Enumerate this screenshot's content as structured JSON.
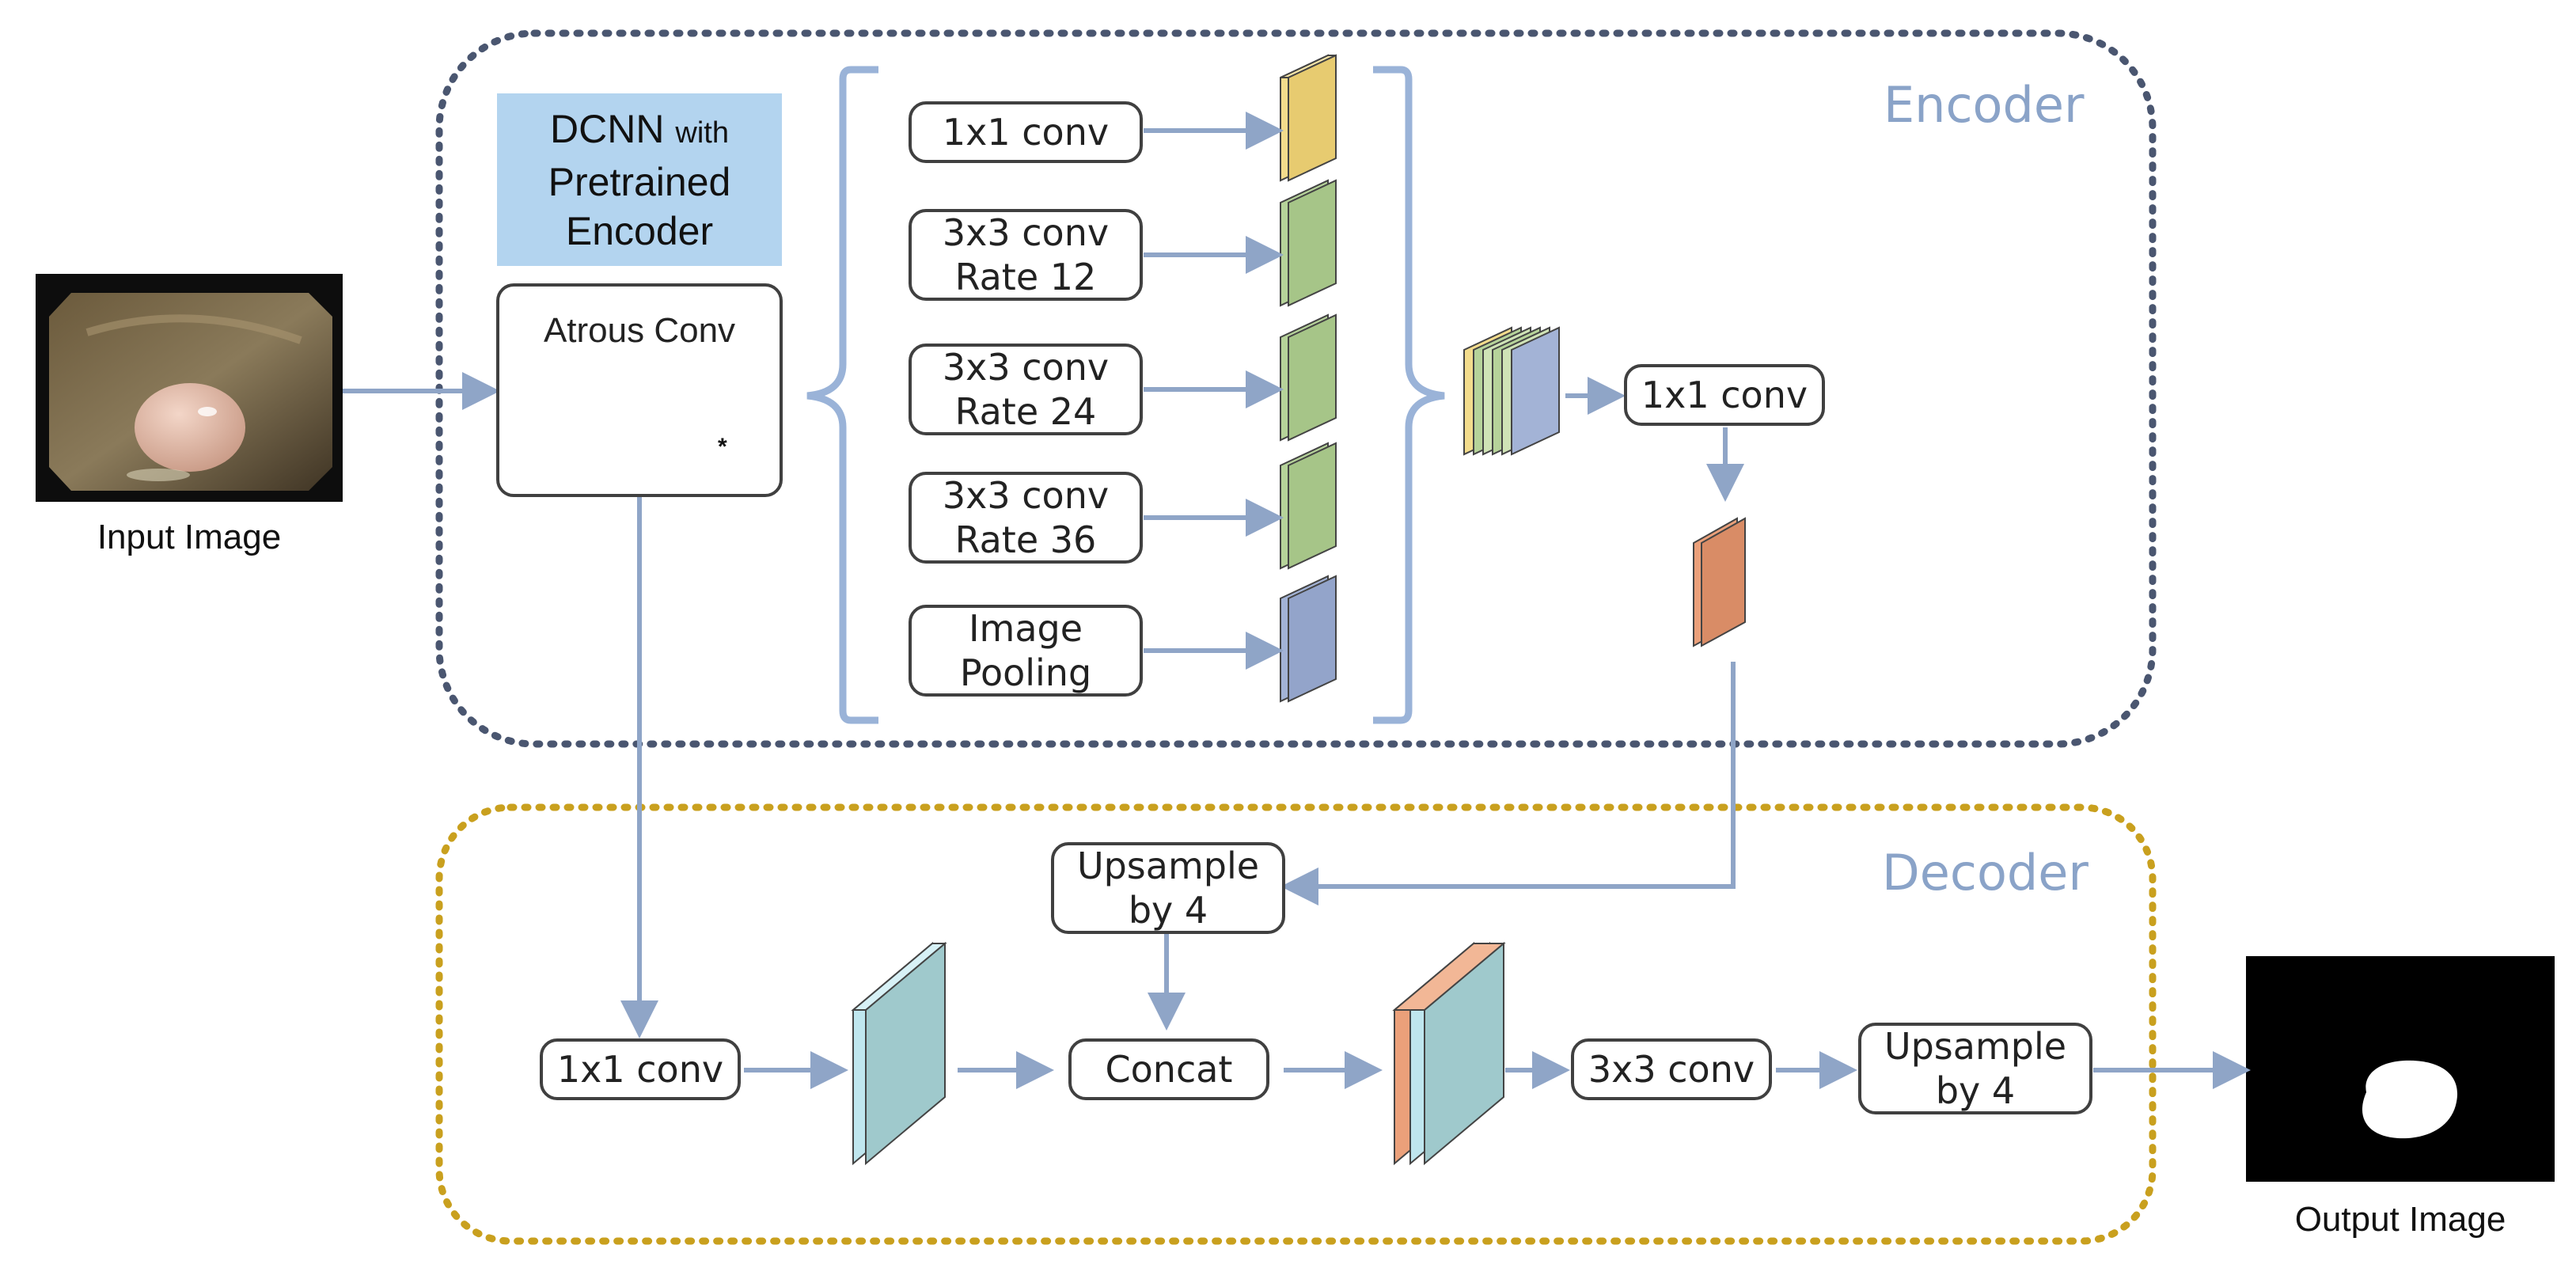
{
  "encoder": {
    "label": "Encoder",
    "dcnn": {
      "line1": "DCNN",
      "line1_suffix": "with",
      "line2": "Pretrained",
      "line3": "Encoder"
    },
    "atrous_conv": "Atrous Conv",
    "atrous_asterisk": "*",
    "aspp_branches": [
      "1x1 conv",
      "3x3 conv\nRate 12",
      "3x3 conv\nRate 24",
      "3x3 conv\nRate 36",
      "Image\nPooling"
    ],
    "conv_after_concat": "1x1 conv"
  },
  "decoder": {
    "label": "Decoder",
    "upsample_top": "Upsample\nby 4",
    "low_level_conv": "1x1 conv",
    "concat": "Concat",
    "conv3x3": "3x3 conv",
    "upsample_final": "Upsample\nby 4"
  },
  "input_label": "Input Image",
  "output_label": "Output Image",
  "colors": {
    "encoder_border": "#4a5670",
    "decoder_border": "#c9a01e",
    "arrow": "#8fa5c7",
    "bracket": "#9ab3d8",
    "dcnn_fill": "#b3d4ef",
    "feature_yellow": "#f3dc8c",
    "feature_green": "#b6d39a",
    "feature_blue": "#a3b3d6",
    "feature_orange": "#eba07a",
    "feature_cyan": "#bfe6ee",
    "feature_teal": "#9fc9cc"
  }
}
